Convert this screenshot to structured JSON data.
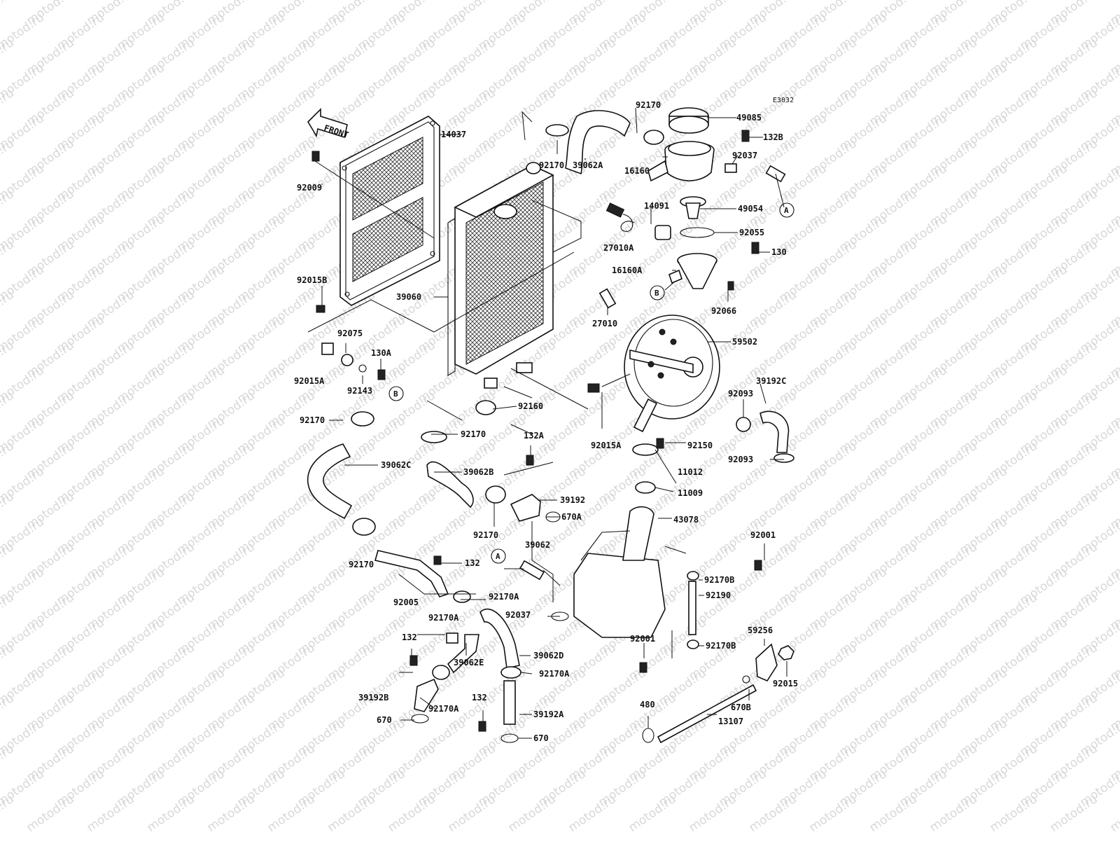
{
  "diagram": {
    "code": "E3032",
    "front_arrow": "FRONT",
    "watermark": "motod.ru",
    "labels": [
      {
        "id": "14037",
        "text": "14037"
      },
      {
        "id": "92009",
        "text": "92009"
      },
      {
        "id": "92015B",
        "text": "92015B"
      },
      {
        "id": "39060",
        "text": "39060"
      },
      {
        "id": "92075",
        "text": "92075"
      },
      {
        "id": "130A",
        "text": "130A"
      },
      {
        "id": "92015A_l",
        "text": "92015A"
      },
      {
        "id": "92143",
        "text": "92143"
      },
      {
        "id": "B_l",
        "text": "B"
      },
      {
        "id": "92170_a",
        "text": "92170"
      },
      {
        "id": "39062C",
        "text": "39062C"
      },
      {
        "id": "92170_b",
        "text": "92170"
      },
      {
        "id": "92170_c",
        "text": "92170"
      },
      {
        "id": "92160",
        "text": "92160"
      },
      {
        "id": "132A",
        "text": "132A"
      },
      {
        "id": "39062B",
        "text": "39062B"
      },
      {
        "id": "39192",
        "text": "39192"
      },
      {
        "id": "670A",
        "text": "670A"
      },
      {
        "id": "92170_d",
        "text": "92170"
      },
      {
        "id": "132_a",
        "text": "132"
      },
      {
        "id": "92005",
        "text": "92005"
      },
      {
        "id": "A_l",
        "text": "A"
      },
      {
        "id": "39062",
        "text": "39062"
      },
      {
        "id": "92170A_a",
        "text": "92170A"
      },
      {
        "id": "92170A_b",
        "text": "92170A"
      },
      {
        "id": "92037_l",
        "text": "92037"
      },
      {
        "id": "132_b",
        "text": "132"
      },
      {
        "id": "39062E",
        "text": "39062E"
      },
      {
        "id": "39062D",
        "text": "39062D"
      },
      {
        "id": "92170A_c",
        "text": "92170A"
      },
      {
        "id": "39192B",
        "text": "39192B"
      },
      {
        "id": "92170A_d",
        "text": "92170A"
      },
      {
        "id": "132_c",
        "text": "132"
      },
      {
        "id": "39192A",
        "text": "39192A"
      },
      {
        "id": "670_a",
        "text": "670"
      },
      {
        "id": "670_b",
        "text": "670"
      },
      {
        "id": "92170_e",
        "text": "92170"
      },
      {
        "id": "39062A",
        "text": "39062A"
      },
      {
        "id": "92170_f",
        "text": "92170"
      },
      {
        "id": "49085",
        "text": "49085"
      },
      {
        "id": "132B",
        "text": "132B"
      },
      {
        "id": "92037_r",
        "text": "92037"
      },
      {
        "id": "16160",
        "text": "16160"
      },
      {
        "id": "14091",
        "text": "14091"
      },
      {
        "id": "49054",
        "text": "49054"
      },
      {
        "id": "A_r",
        "text": "A"
      },
      {
        "id": "27010A",
        "text": "27010A"
      },
      {
        "id": "92055",
        "text": "92055"
      },
      {
        "id": "130",
        "text": "130"
      },
      {
        "id": "16160A",
        "text": "16160A"
      },
      {
        "id": "B_r",
        "text": "B"
      },
      {
        "id": "92066",
        "text": "92066"
      },
      {
        "id": "27010",
        "text": "27010"
      },
      {
        "id": "59502",
        "text": "59502"
      },
      {
        "id": "39192C",
        "text": "39192C"
      },
      {
        "id": "92093_a",
        "text": "92093"
      },
      {
        "id": "92015A_r",
        "text": "92015A"
      },
      {
        "id": "92150",
        "text": "92150"
      },
      {
        "id": "92093_b",
        "text": "92093"
      },
      {
        "id": "11012",
        "text": "11012"
      },
      {
        "id": "11009",
        "text": "11009"
      },
      {
        "id": "43078",
        "text": "43078"
      },
      {
        "id": "92001_a",
        "text": "92001"
      },
      {
        "id": "92170B_a",
        "text": "92170B"
      },
      {
        "id": "92190",
        "text": "92190"
      },
      {
        "id": "92001_b",
        "text": "92001"
      },
      {
        "id": "59256",
        "text": "59256"
      },
      {
        "id": "92170B_b",
        "text": "92170B"
      },
      {
        "id": "92015",
        "text": "92015"
      },
      {
        "id": "480",
        "text": "480"
      },
      {
        "id": "670B",
        "text": "670B"
      },
      {
        "id": "13107",
        "text": "13107"
      }
    ]
  }
}
